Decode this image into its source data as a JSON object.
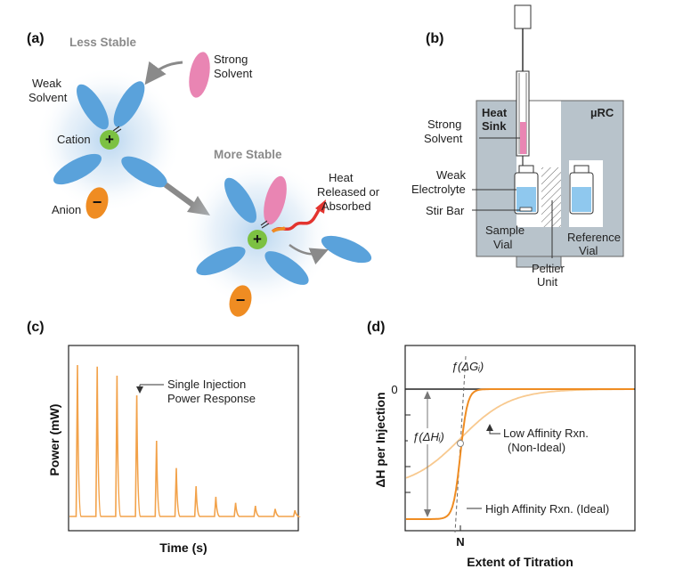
{
  "panels": {
    "a": {
      "label": "(a)",
      "less_stable": "Less Stable",
      "more_stable": "More Stable",
      "strong_solvent": [
        "Strong",
        "Solvent"
      ],
      "weak_solvent": [
        "Weak",
        "Solvent"
      ],
      "cation": "Cation",
      "anion": "Anion",
      "plus": "+",
      "minus": "−",
      "heat": [
        "Heat",
        "Released or",
        "Absorbed"
      ]
    },
    "b": {
      "label": "(b)",
      "heat_sink": [
        "Heat",
        "Sink"
      ],
      "urc": "µRC",
      "strong_solvent": [
        "Strong",
        "Solvent"
      ],
      "weak_electrolyte": [
        "Weak",
        "Electrolyte"
      ],
      "stir_bar": "Stir Bar",
      "sample_vial": [
        "Sample",
        "Vial"
      ],
      "reference_vial": [
        "Reference",
        "Vial"
      ],
      "peltier": [
        "Peltier",
        "Unit"
      ]
    },
    "c": {
      "label": "(c)",
      "ylabel": "Power (mW)",
      "xlabel": "Time (s)",
      "annotation": [
        "Single Injection",
        "Power Response"
      ]
    },
    "d": {
      "label": "(d)",
      "ylabel": "ΔH per Injection",
      "xlabel": "Extent of Titration",
      "zero_tick": "0",
      "n_tick": "N",
      "dG": "ƒ(ΔGᵢ)",
      "dH": "ƒ(ΔHᵢ)",
      "low_affinity": [
        "Low Affinity Rxn.",
        "(Non-Ideal)"
      ],
      "high_affinity": "High Affinity Rxn. (Ideal)"
    }
  },
  "colors": {
    "blue": "#5aa2db",
    "pink": "#e985b3",
    "green": "#7cc142",
    "orange": "#ef8c22",
    "red": "#e3342f",
    "gray_block": "#b8c3cb",
    "liquid_blue": "#8fc8ee",
    "trace": "#f2a24a",
    "trace_light": "#f8c98f"
  },
  "chart_data": [
    {
      "type": "line",
      "title": "",
      "xlabel": "Time (s)",
      "ylabel": "Power (mW)",
      "grid": false,
      "series": [
        {
          "name": "",
          "peak_heights": [
            1.0,
            0.99,
            0.93,
            0.8,
            0.5,
            0.32,
            0.2,
            0.13,
            0.09,
            0.07,
            0.05,
            0.04
          ]
        }
      ]
    },
    {
      "type": "line",
      "title": "",
      "xlabel": "Extent of Titration",
      "ylabel": "ΔH per Injection",
      "grid": false,
      "series": [
        {
          "name": "High Affinity Rxn. (Ideal)",
          "shape": "steep sigmoid centered at N"
        },
        {
          "name": "Low Affinity Rxn. (Non-Ideal)",
          "shape": "broad sigmoid centered at N"
        }
      ]
    }
  ]
}
